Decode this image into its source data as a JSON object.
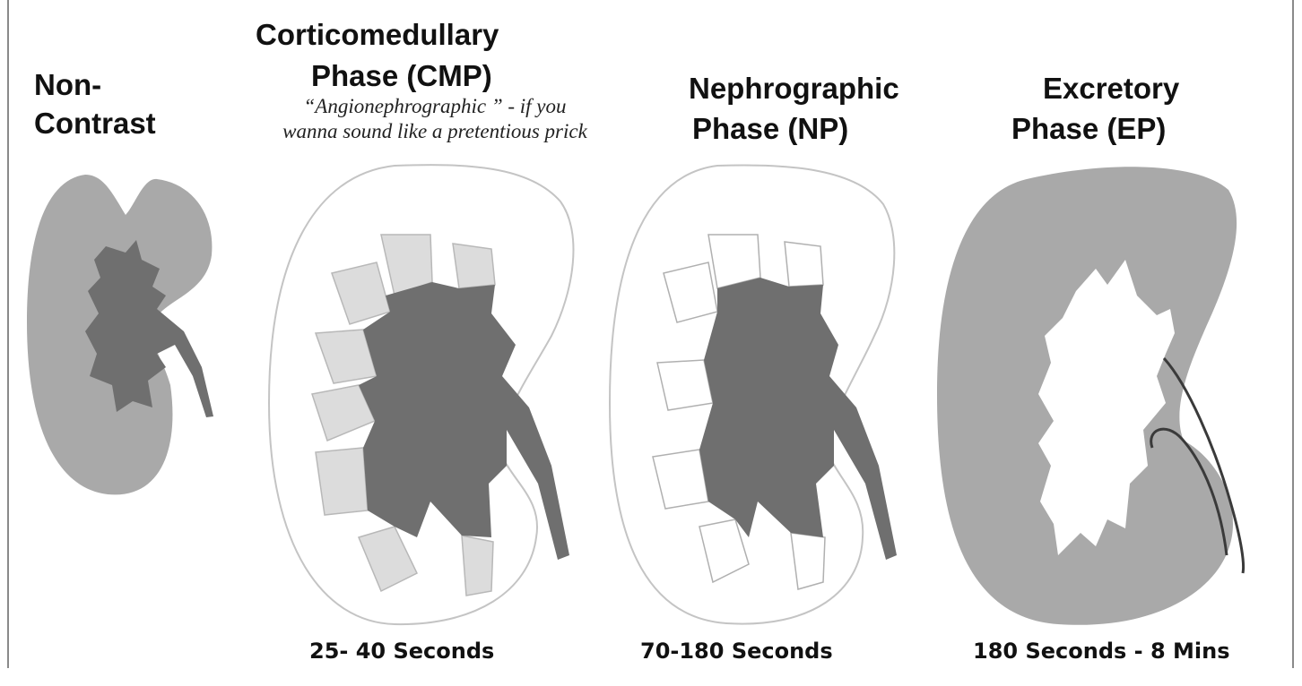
{
  "phases": [
    {
      "title_line1": "Non-",
      "title_line2": "Contrast"
    },
    {
      "title_line1": "Corticomedullary",
      "title_line2": "Phase (CMP)",
      "note_line1": "“Angionephrographic ” - if you",
      "note_line2": "wanna sound like a pretentious prick",
      "time": "25- 40 Seconds"
    },
    {
      "title_line1": "Nephrographic",
      "title_line2": "Phase (NP)",
      "time": "70-180 Seconds"
    },
    {
      "title_line1": "Excretory",
      "title_line2": "Phase (EP)",
      "time": "180 Seconds - 8 Mins"
    }
  ],
  "colors": {
    "cortex_gray": "#a9a9a9",
    "medulla_dark": "#6f6f6f",
    "pyramid_light": "#dcdcdc",
    "outline": "#c4c4c4"
  }
}
